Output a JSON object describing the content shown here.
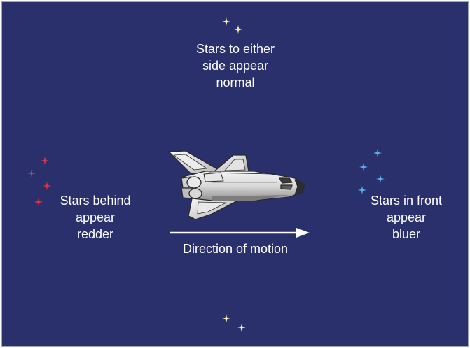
{
  "colors": {
    "background": "#29306b",
    "text": "#ffffff",
    "star_normal": "#f6e9b5",
    "star_red": "#e0314a",
    "star_blue": "#4fb3f0",
    "arrow": "#ffffff"
  },
  "labels": {
    "side": "Stars to either\nside appear\nnormal",
    "behind": "Stars behind\nappear\nredder",
    "front": "Stars in front\nappear\nbluer",
    "motion": "Direction of motion"
  },
  "icons": {
    "ship": "space-shuttle-icon",
    "star": "four-point-star-icon",
    "arrow": "arrow-right-icon"
  }
}
